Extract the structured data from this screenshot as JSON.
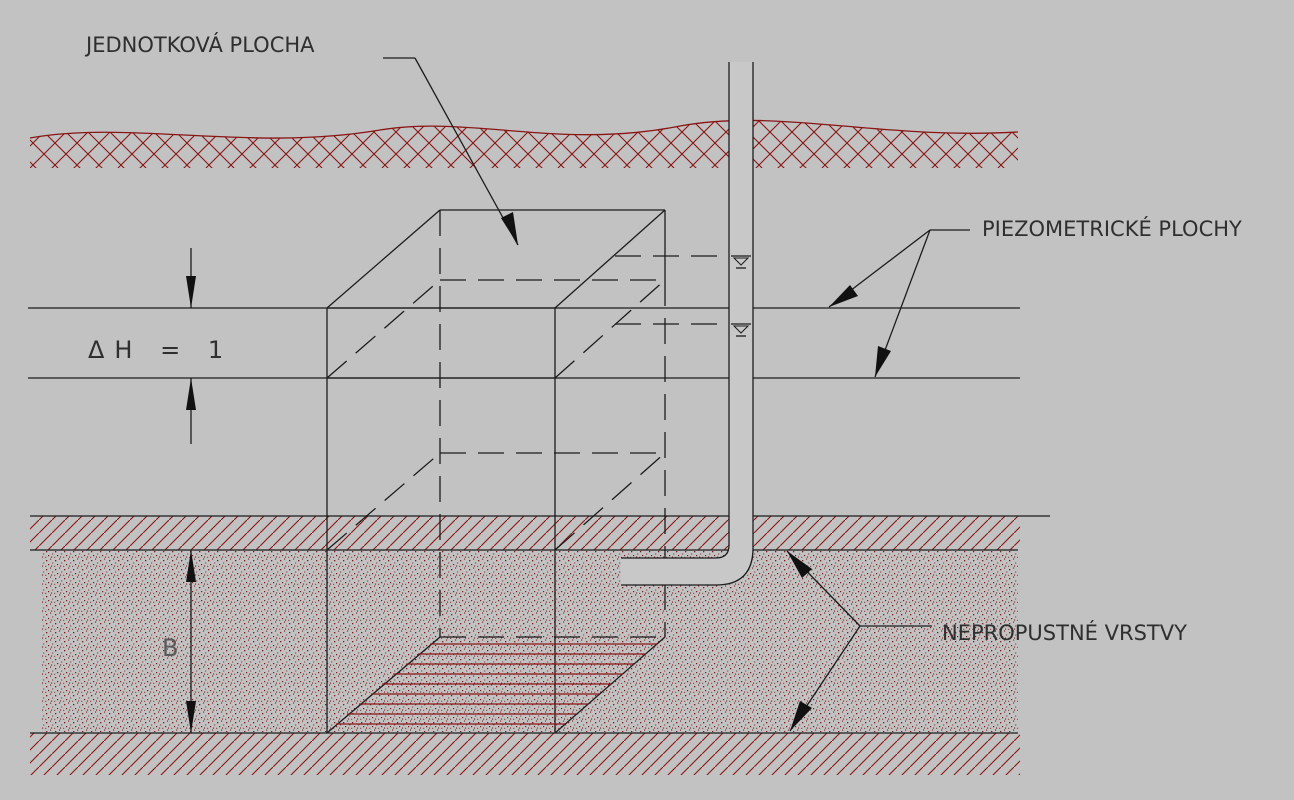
{
  "labels": {
    "unit_area": "JEDNOTKOVÁ PLOCHA",
    "piezometric": "PIEZOMETRICKÉ PLOCHY",
    "impermeable": "NEPROPUSTNÉ VRSTVY",
    "delta_h": "ΔH = 1",
    "thickness": "B"
  },
  "colors": {
    "background": "#c2c2c2",
    "line": "#1c1c1c",
    "soil_hatch": "#8a1515",
    "text": "#2f2f2f"
  },
  "icons": [
    "water-level-symbol",
    "arrowhead"
  ]
}
